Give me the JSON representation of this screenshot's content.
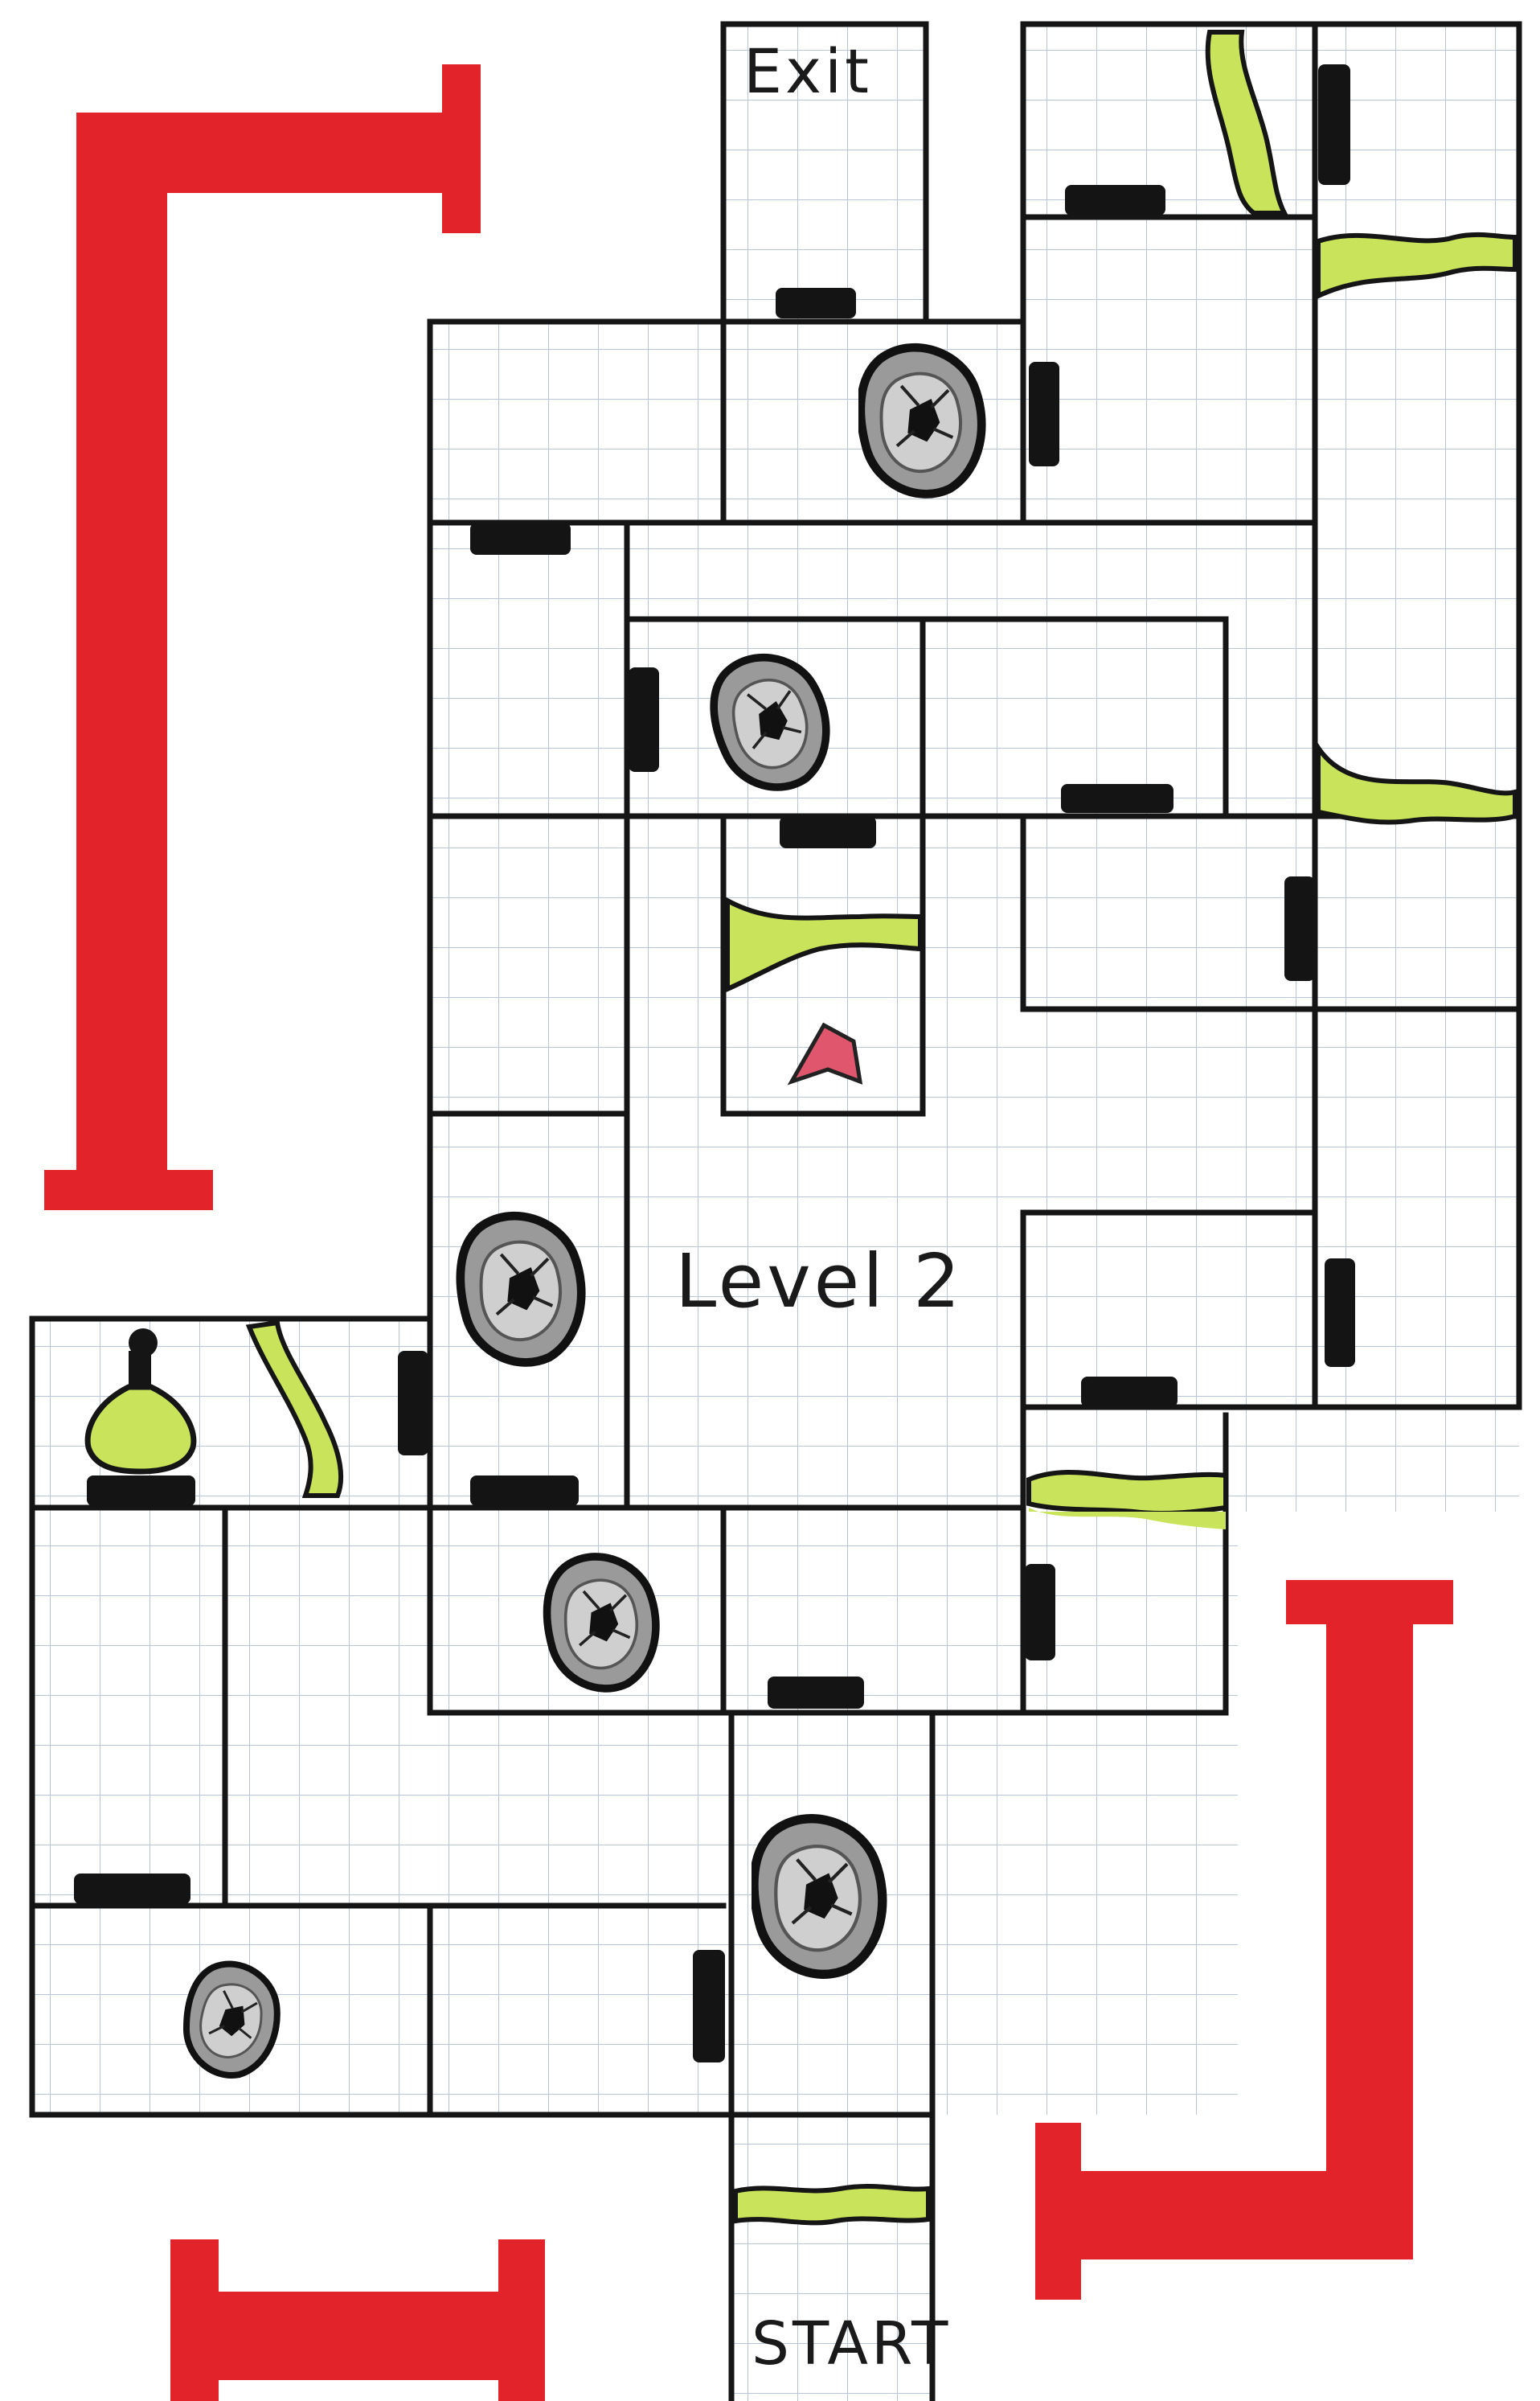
{
  "map": {
    "level_label": "Level 2",
    "exit_label": "Exit",
    "start_label": "START"
  },
  "legend_icons": {
    "door": "door-icon",
    "rock_pit": "rock-pit-icon",
    "acid_stream": "acid-stream-icon",
    "potion": "potion-flask-icon",
    "player_marker": "player-marker-icon"
  },
  "colors": {
    "paper": "#ffffff",
    "grid": "#b9c6d6",
    "walls": "#151515",
    "bracket_red": "#e2232a",
    "acid_green": "#c9e35a",
    "rock_gray": "#9a9a9a",
    "marker_pink": "#e0566d"
  }
}
